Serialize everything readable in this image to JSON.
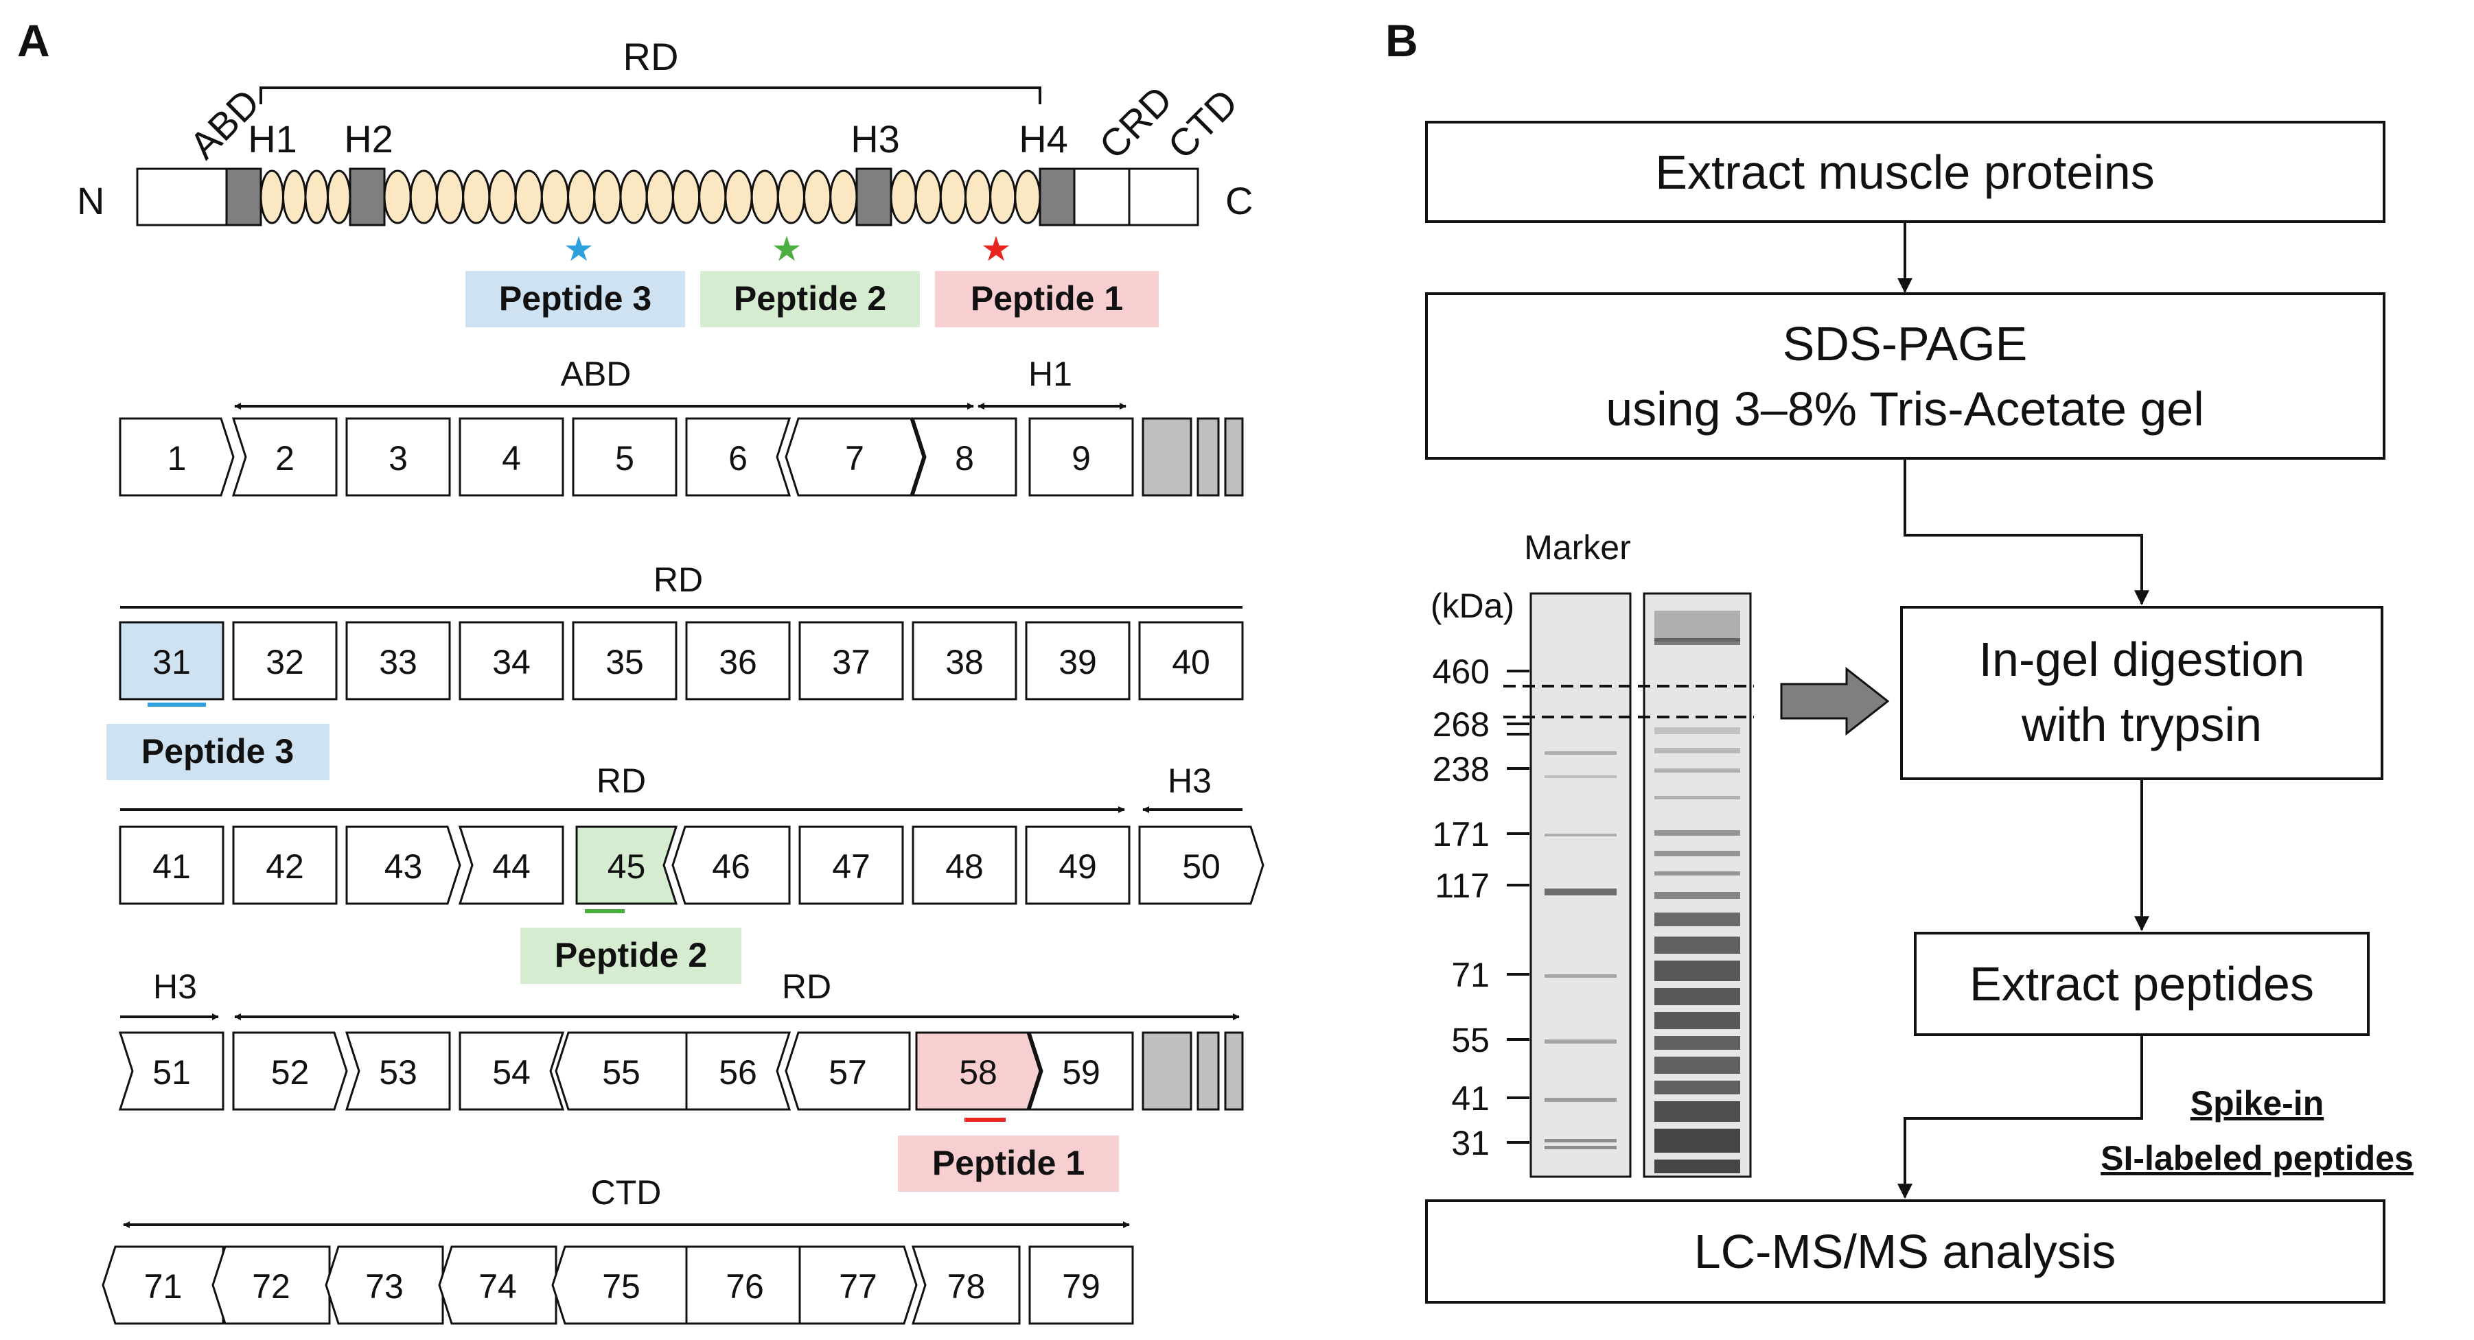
{
  "panel_a": {
    "label": "A",
    "n_term": "N",
    "c_term": "C",
    "rd_label": "RD",
    "abd_label": "ABD",
    "crd_label": "CRD",
    "ctd_label": "CTD",
    "h1_label": "H1",
    "h2_label": "H2",
    "h3_label": "H3",
    "h4_label": "H4",
    "peptide1": "Peptide 1",
    "peptide2": "Peptide 2",
    "peptide3": "Peptide 3",
    "row1": {
      "arrow_label": "ABD",
      "hinge_label": "H1",
      "exons": [
        "1",
        "2",
        "3",
        "4",
        "5",
        "6",
        "7",
        "8",
        "9"
      ]
    },
    "row2": {
      "arrow_label": "RD",
      "exons": [
        "31",
        "32",
        "33",
        "34",
        "35",
        "36",
        "37",
        "38",
        "39",
        "40"
      ],
      "peptide": "Peptide 3"
    },
    "row3": {
      "arrow_label": "RD",
      "hinge_label": "H3",
      "exons": [
        "41",
        "42",
        "43",
        "44",
        "45",
        "46",
        "47",
        "48",
        "49",
        "50"
      ],
      "peptide": "Peptide 2"
    },
    "row4": {
      "hinge_label": "H3",
      "arrow_label": "RD",
      "exons": [
        "51",
        "52",
        "53",
        "54",
        "55",
        "56",
        "57",
        "58",
        "59"
      ],
      "peptide": "Peptide 1"
    },
    "row5": {
      "arrow_label": "CTD",
      "exons": [
        "71",
        "72",
        "73",
        "74",
        "75",
        "76",
        "77",
        "78",
        "79"
      ]
    }
  },
  "panel_b": {
    "label": "B",
    "steps": [
      "Extract muscle proteins",
      "SDS-PAGE",
      "using 3–8% Tris-Acetate gel",
      "In-gel digestion",
      "with trypsin",
      "Extract peptides",
      "LC-MS/MS analysis"
    ],
    "spike_in": "Spike-in",
    "si_labeled": "SI-labeled peptides",
    "gel": {
      "marker_label": "Marker",
      "unit_label": "(kDa)",
      "markers": [
        "460",
        "268",
        "238",
        "171",
        "117",
        "71",
        "55",
        "41",
        "31"
      ]
    }
  },
  "colors": {
    "peptide1": "#f8cfd0",
    "peptide2": "#d6ecd0",
    "peptide3": "#cfe2f1",
    "helix": "#fbe8c3",
    "hinge": "#7f7f7f",
    "star1": "#e8261f",
    "star2": "#4cae40",
    "star3": "#2ea0dd"
  }
}
